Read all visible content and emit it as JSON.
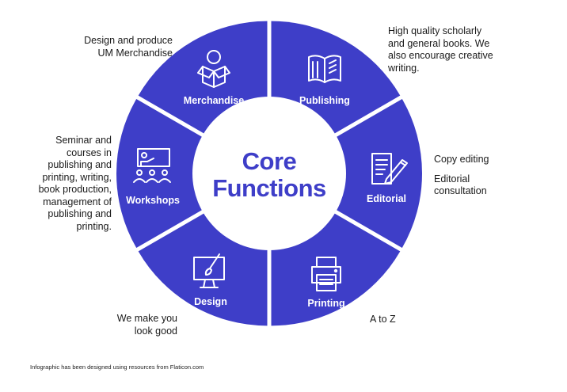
{
  "diagram": {
    "center": {
      "line1": "Core",
      "line2": "Functions"
    },
    "accent_color": "#3e3ec8",
    "segments": [
      {
        "label": "Merchandise",
        "icon": "open-box-icon"
      },
      {
        "label": "Publishing",
        "icon": "book-icon"
      },
      {
        "label": "Editorial",
        "icon": "document-pen-icon"
      },
      {
        "label": "Printing",
        "icon": "printer-icon"
      },
      {
        "label": "Design",
        "icon": "monitor-brush-icon"
      },
      {
        "label": "Workshops",
        "icon": "presentation-audience-icon"
      }
    ]
  },
  "descriptions": {
    "merchandise": [
      "Design and produce",
      "UM Merchandise"
    ],
    "publishing": [
      "High quality scholarly",
      "and general books. We",
      "also encourage creative",
      "writing."
    ],
    "editorial_1": "Copy editing",
    "editorial_2": [
      "Editorial",
      "consultation"
    ],
    "workshops": [
      "Seminar and",
      "courses in",
      "publishing and",
      "printing, writing,",
      "book production,",
      "management of",
      "publishing and",
      "printing."
    ],
    "design": [
      "We make you",
      "look good"
    ],
    "printing": "A to Z"
  },
  "footer": "Infographic has been designed using resources from Flaticon.com"
}
